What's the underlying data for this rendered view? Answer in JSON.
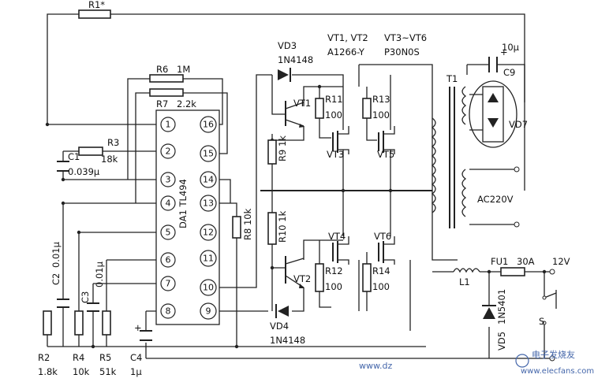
{
  "labels": {
    "r1": "R1*",
    "r6": "R6",
    "r6v": "1M",
    "r7": "R7",
    "r7v": "2.2k",
    "r3": "R3",
    "r3v": "18k",
    "c1": "C1",
    "c1v": "0.039μ",
    "ic": "DA1 TL494",
    "r8": "R8 10k",
    "r9": "R9 1k",
    "r10": "R10 1k",
    "vd3": "VD3",
    "vd3v": "1N4148",
    "vd4": "VD4",
    "vd4v": "1N4148",
    "vt1": "VT1",
    "vt2": "VT2",
    "vt12spec": "VT1, VT2",
    "vt12part": "A1266-Y",
    "vt36spec": "VT3~VT6",
    "vt36part": "P30N0S",
    "r11": "R11",
    "r11v": "100",
    "r12": "R12",
    "r12v": "100",
    "r13": "R13",
    "r13v": "100",
    "r14": "R14",
    "r14v": "100",
    "vt3": "VT3",
    "vt4": "VT4",
    "vt5": "VT5",
    "vt6": "VT6",
    "c9v": "10μ",
    "c9": "C9",
    "t1": "T1",
    "vd7": "VD7",
    "ac": "AC220V",
    "l1": "L1",
    "fu1": "FU1",
    "fu1v": "30A",
    "v12": "12V",
    "vd5": "VD5",
    "vd5v": "1N5401",
    "s": "S",
    "c2": "C2",
    "c2v": "0.01μ",
    "c3": "C3",
    "c3v": "0.01μ",
    "c4": "C4",
    "c4v": "1μ",
    "r2": "R2",
    "r2v": "1.8k",
    "r4": "R4",
    "r4v": "10k",
    "r5": "R5",
    "r5v": "51k",
    "wm1": "www.dz",
    "wm2": "电子发烧友",
    "wm3": "www.elecfans.com"
  },
  "ic_pins": [
    "1",
    "2",
    "3",
    "4",
    "5",
    "6",
    "7",
    "8",
    "16",
    "15",
    "14",
    "13",
    "12",
    "11",
    "10",
    "9"
  ]
}
